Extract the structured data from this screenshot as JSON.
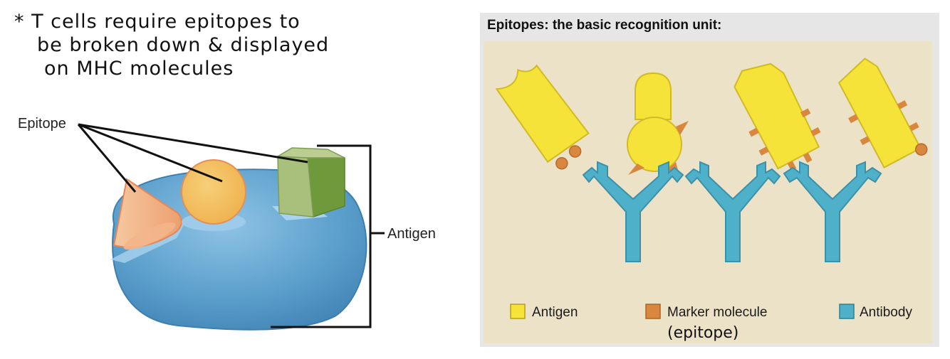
{
  "handwritten_note": {
    "line1": "* T cells require epitopes to",
    "line2": "be broken down & displayed",
    "line3": "on MHC molecules"
  },
  "left_diagram": {
    "epitope_label": "Epitope",
    "antigen_label": "Antigen"
  },
  "right_panel": {
    "title": "Epitopes: the basic recognition unit:",
    "legend": [
      {
        "label": "Antigen",
        "color": "#f5e33a"
      },
      {
        "label": "Marker molecule",
        "color": "#d9873e"
      },
      {
        "label": "Antibody",
        "color": "#4eb0c9"
      }
    ],
    "handwritten_annotation": "(epitope)"
  },
  "colors": {
    "antigen_blob": "#5b9fcc",
    "cone": "#f2b98c",
    "sphere": "#f3bf5a",
    "block": "#8fae5c",
    "panel_bg": "#ece2c7",
    "antigen_yellow": "#f5e33a",
    "marker_orange": "#d9873e",
    "antibody_blue": "#4eb0c9"
  }
}
